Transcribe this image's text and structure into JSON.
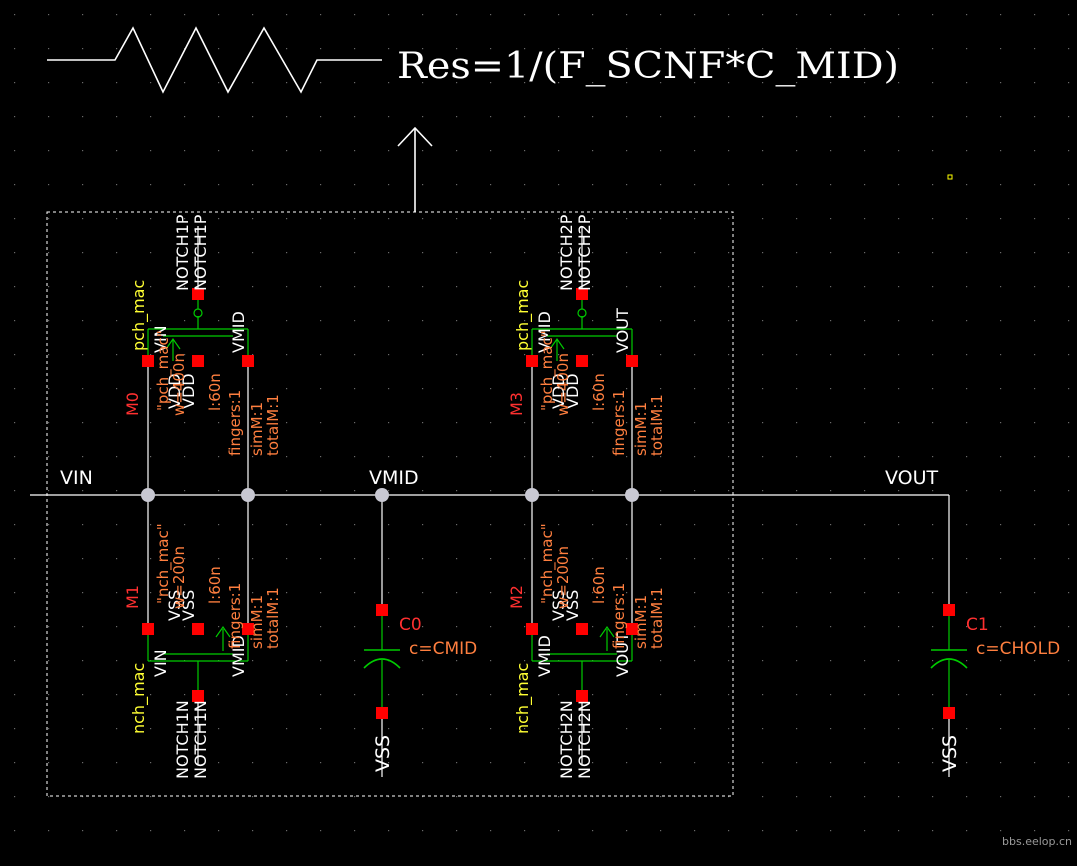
{
  "colors": {
    "background": "#000000",
    "wire": "#ffffff",
    "pin": "#ff0000",
    "device": "#00cc00",
    "instance_label": "#ff3030",
    "param_label": "#ff7f3f",
    "cell_label": "#ffff33",
    "net_label": "#ffffff",
    "junction": "#c8c8d2"
  },
  "equation": "Res=1/(F_SCNF*C_MID)",
  "nets": {
    "vin": "VIN",
    "vmid": "VMID",
    "vout": "VOUT"
  },
  "transistors": [
    {
      "id": "M0",
      "cell": "pch_mac",
      "model": "\"pch_mac\"",
      "w": "w=400n",
      "l": "l:60n",
      "fingers": "fingers:1",
      "simM": "simM:1",
      "totalM": "totalM:1",
      "pins": {
        "gate": "NOTCH1P",
        "drain": "VIN",
        "bulk": "VDD",
        "bulk2": "VDD",
        "source": "VMID"
      }
    },
    {
      "id": "M1",
      "cell": "nch_mac",
      "model": "\"nch_mac\"",
      "w": "w=200n",
      "l": "l:60n",
      "fingers": "fingers:1",
      "simM": "simM:1",
      "totalM": "totalM:1",
      "pins": {
        "gate": "NOTCH1N",
        "drain": "VIN",
        "bulk": "VSS",
        "bulk2": "VSS",
        "source": "VMID"
      }
    },
    {
      "id": "M3",
      "cell": "pch_mac",
      "model": "\"pch_mac\"",
      "w": "w=400n",
      "l": "l:60n",
      "fingers": "fingers:1",
      "simM": "simM:1",
      "totalM": "totalM:1",
      "pins": {
        "gate": "NOTCH2P",
        "drain": "VMID",
        "bulk": "VDD",
        "bulk2": "VDD",
        "source": "VOUT"
      }
    },
    {
      "id": "M2",
      "cell": "nch_mac",
      "model": "\"nch_mac\"",
      "w": "w=200n",
      "l": "l:60n",
      "fingers": "fingers:1",
      "simM": "simM:1",
      "totalM": "totalM:1",
      "pins": {
        "gate": "NOTCH2N",
        "drain": "VMID",
        "bulk": "VSS",
        "bulk2": "VSS",
        "source": "VOUT"
      }
    }
  ],
  "capacitors": [
    {
      "id": "C0",
      "value": "c=CMID",
      "ground": "VSS"
    },
    {
      "id": "C1",
      "value": "c=CHOLD",
      "ground": "VSS"
    }
  ],
  "watermark": "bbs.eelop.cn"
}
